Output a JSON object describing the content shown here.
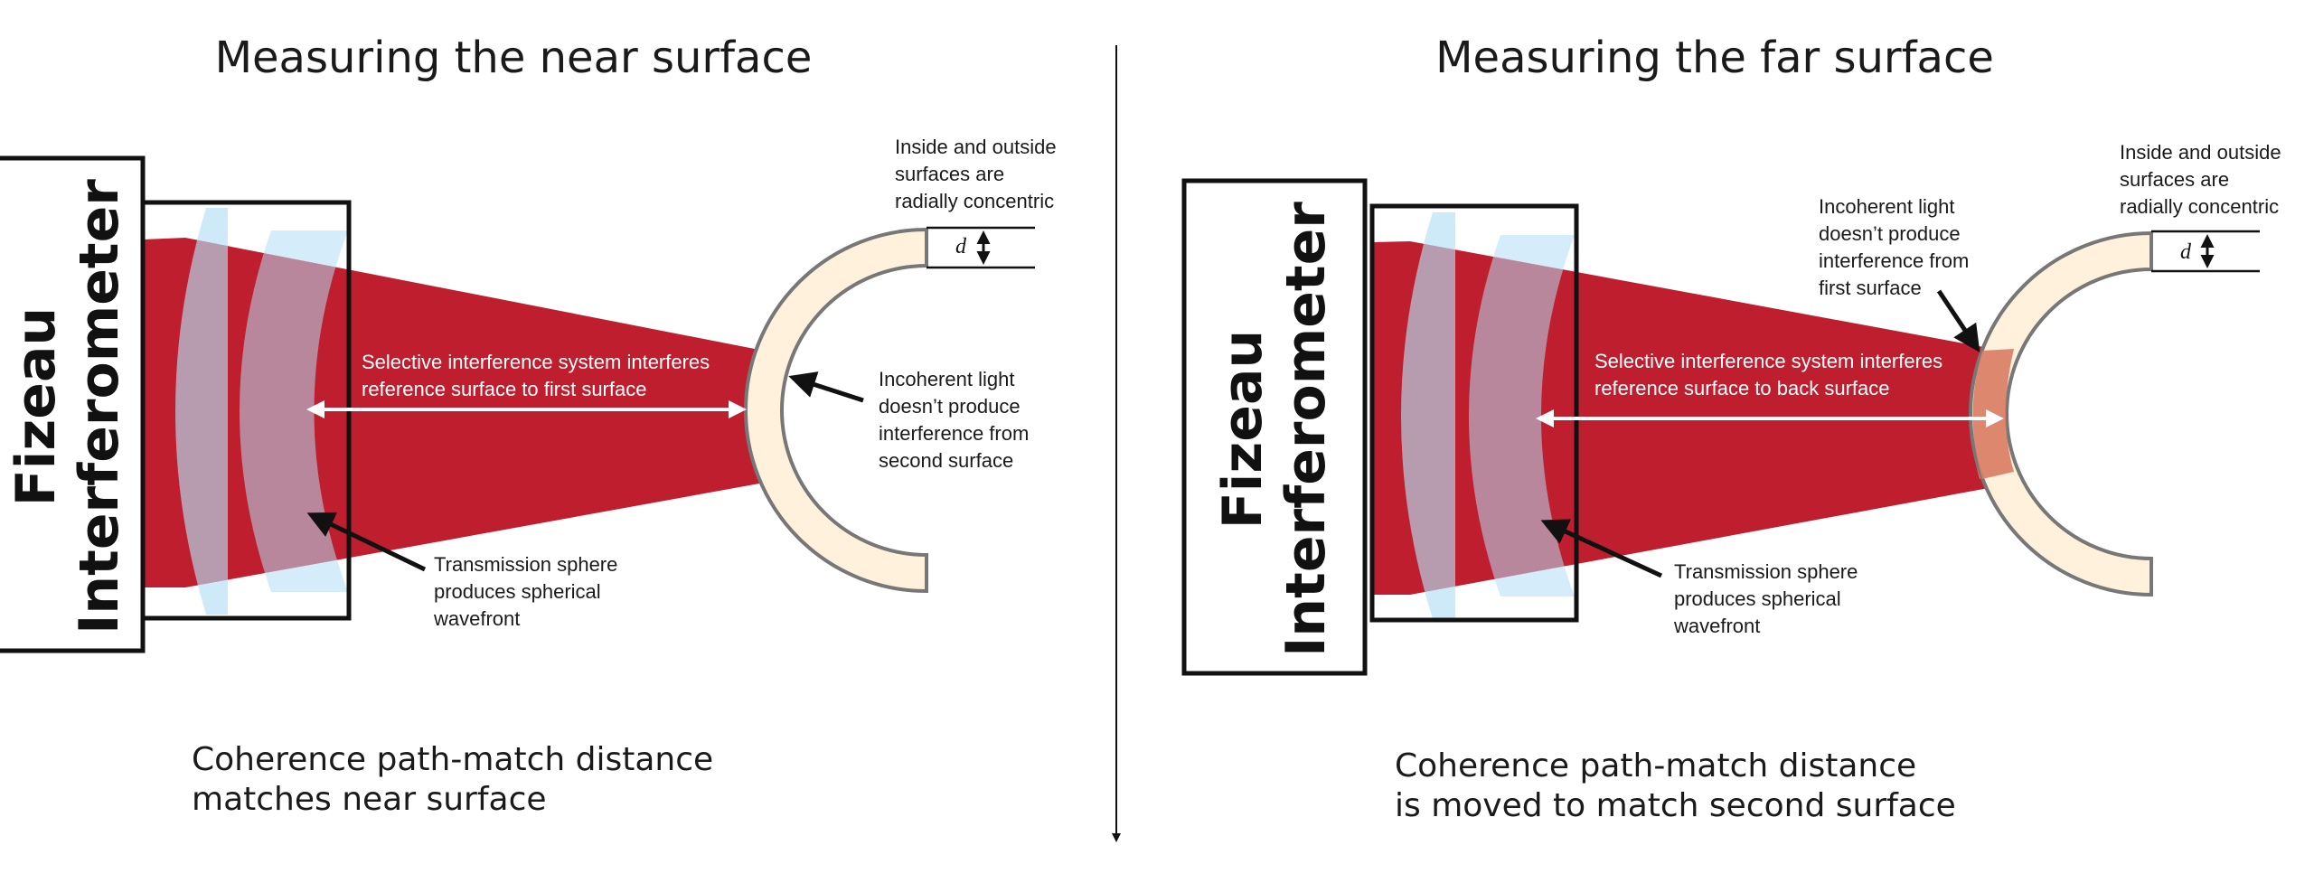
{
  "left_panel": {
    "title": "Measuring the near surface",
    "device_label_line1": "Fizeau",
    "device_label_line2": "Interferometer",
    "note_concentric_line1": "Inside and outside",
    "note_concentric_line2": "surfaces are",
    "note_concentric_line3": "radially concentric",
    "thickness_label": "d",
    "note_selective_line1": "Selective interference system interferes",
    "note_selective_line2": "reference surface to first surface",
    "note_incoherent_line1": "Incoherent light",
    "note_incoherent_line2": "doesn’t produce",
    "note_incoherent_line3": "interference from",
    "note_incoherent_line4": "second surface",
    "note_transmission_line1": "Transmission sphere",
    "note_transmission_line2": "produces spherical",
    "note_transmission_line3": "wavefront",
    "caption_line1": "Coherence path-match distance",
    "caption_line2": "matches near surface"
  },
  "right_panel": {
    "title": "Measuring the far surface",
    "device_label_line1": "Fizeau",
    "device_label_line2": "Interferometer",
    "note_concentric_line1": "Inside and outside",
    "note_concentric_line2": "surfaces are",
    "note_concentric_line3": "radially concentric",
    "thickness_label": "d",
    "note_incoherent_line1": "Incoherent light",
    "note_incoherent_line2": "doesn’t produce",
    "note_incoherent_line3": "interference from",
    "note_incoherent_line4": "first surface",
    "note_selective_line1": "Selective interference system interferes",
    "note_selective_line2": "reference surface to back surface",
    "note_transmission_line1": "Transmission sphere",
    "note_transmission_line2": "produces spherical",
    "note_transmission_line3": "wavefront",
    "caption_line1": "Coherence path-match distance",
    "caption_line2": "is moved to match second surface"
  },
  "colors": {
    "beam": "#be1e2d",
    "lens": "#b3dff5",
    "shell": "#fff1dc",
    "shell_outline": "#777777",
    "highlight": "#d97b62"
  }
}
